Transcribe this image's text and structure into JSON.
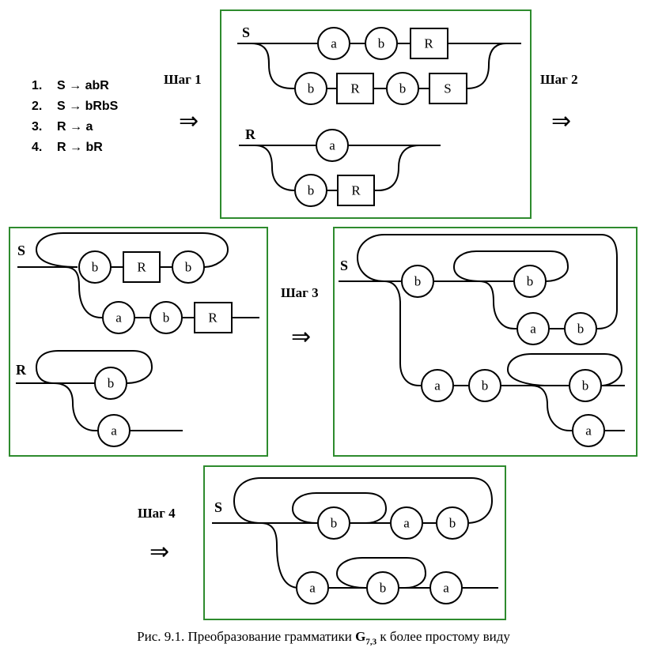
{
  "rules": [
    {
      "num": "1.",
      "text": "S → abR"
    },
    {
      "num": "2.",
      "text": "S → bRbS"
    },
    {
      "num": "3.",
      "text": "R → a"
    },
    {
      "num": "4.",
      "text": "R → bR"
    }
  ],
  "steps": [
    "Шаг 1",
    "Шаг 2",
    "Шаг 3",
    "Шаг 4"
  ],
  "arrow": "⇒",
  "symbols": {
    "S": "S",
    "R": "R",
    "a": "a",
    "b": "b"
  },
  "caption": {
    "prefix": "Рис. 9.1. Преобразование грамматики ",
    "grammar": "G",
    "grammar_sub": "7,3",
    "suffix": " к более простому виду"
  },
  "colors": {
    "panel_border": "#2e8b2e",
    "ink": "#000000"
  }
}
